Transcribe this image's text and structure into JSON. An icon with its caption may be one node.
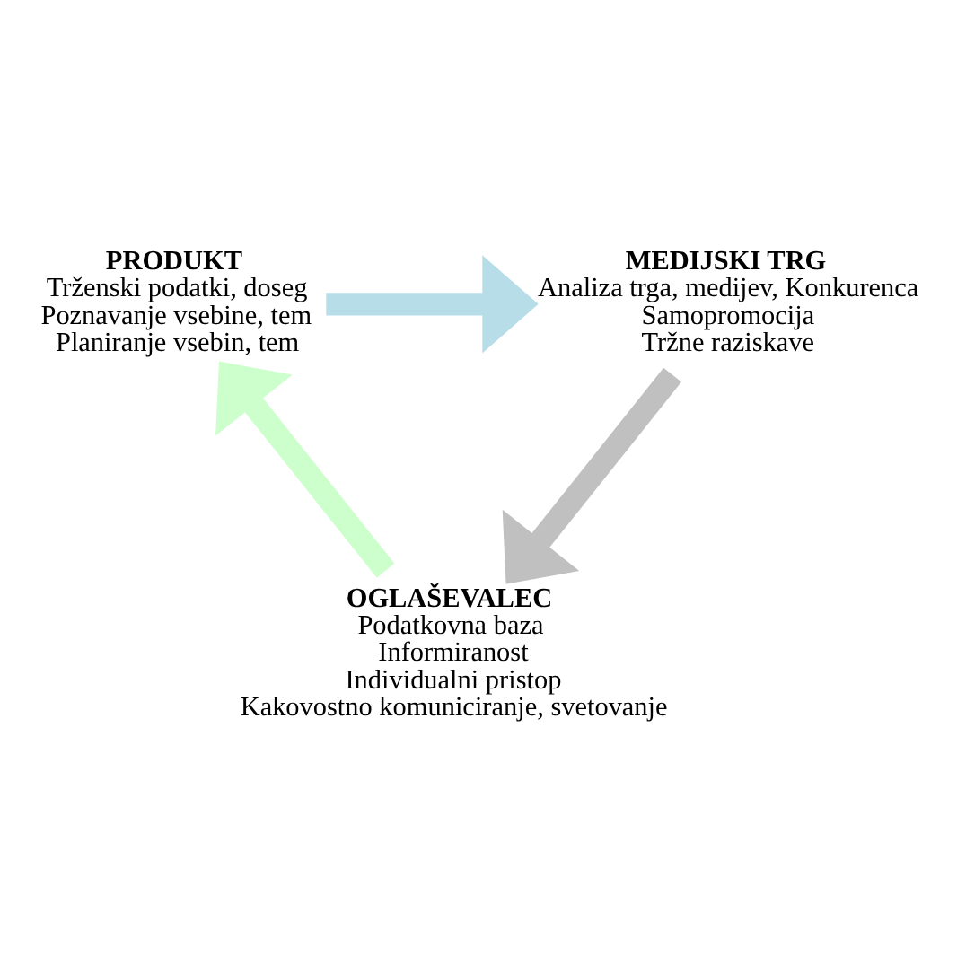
{
  "diagram": {
    "nodes": [
      {
        "text": [
          "PRODUKT",
          "Trženski podatki, doseg",
          "Poznavanje vsebine, tem",
          "Planiranje vsebin, tem"
        ]
      },
      {
        "text": [
          "MEDIJSKI TRG",
          "Analiza trga, medijev, Konkurenca",
          "Samopromocija",
          "Tržne raziskave"
        ]
      },
      {
        "text": [
          "OGLAŠEVALEC",
          "Podatkovna baza",
          "Informiranost",
          "Individualni pristop",
          "Kakovostno komuniciranje, svetovanje"
        ]
      }
    ],
    "edges": [
      {
        "from": 0,
        "to": 1,
        "arrow": "to",
        "color": "#b7dde8"
      },
      {
        "from": 1,
        "to": 2,
        "arrow": "to",
        "color": "#c0c0c0"
      },
      {
        "from": 2,
        "to": 0,
        "arrow": "to",
        "color": "#ccffcc"
      }
    ]
  }
}
